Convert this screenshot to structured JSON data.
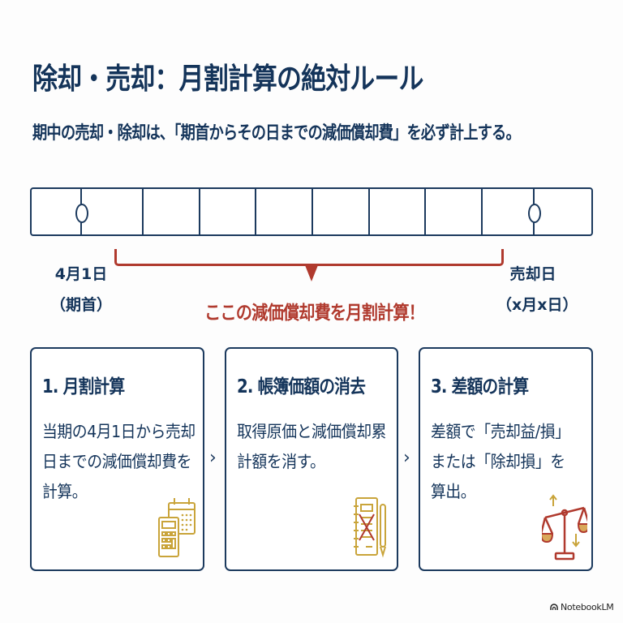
{
  "header": {
    "title": "除却・売却：月割計算の絶対ルール",
    "subtitle": "期中の売却・除却は、「期首からその日までの減価償却費」を必ず計上する。"
  },
  "timeline": {
    "cell_count": 10,
    "start_marker": {
      "date": "4月1日",
      "note": "（期首）"
    },
    "end_marker": {
      "date": "売却日",
      "note": "（x月x日）"
    },
    "bracket_label": "ここの減価償却費を月割計算！"
  },
  "steps": [
    {
      "title": "1. 月割計算",
      "body_lines": [
        "当期の4月1日から売却",
        "日までの減価償却費を",
        "計算。"
      ],
      "icon": "calculator-calendar-icon"
    },
    {
      "title": "2. 帳簿価額の消去",
      "body_lines": [
        "取得原価と減価償却累",
        "計額を消す。"
      ],
      "icon": "crossed-ledger-pen-icon"
    },
    {
      "title": "3. 差額の計算",
      "body_lines": [
        "差額で「売却益/損」",
        "または「除却損」を",
        "算出。"
      ],
      "icon": "balance-scale-icon"
    }
  ],
  "connectors": [
    "›",
    "›"
  ],
  "brand": {
    "label": "NotebookLM"
  },
  "colors": {
    "navy": "#14345a",
    "accent_red": "#b03a2e",
    "gold": "#c9a43a",
    "background": "#fdfdfd"
  }
}
